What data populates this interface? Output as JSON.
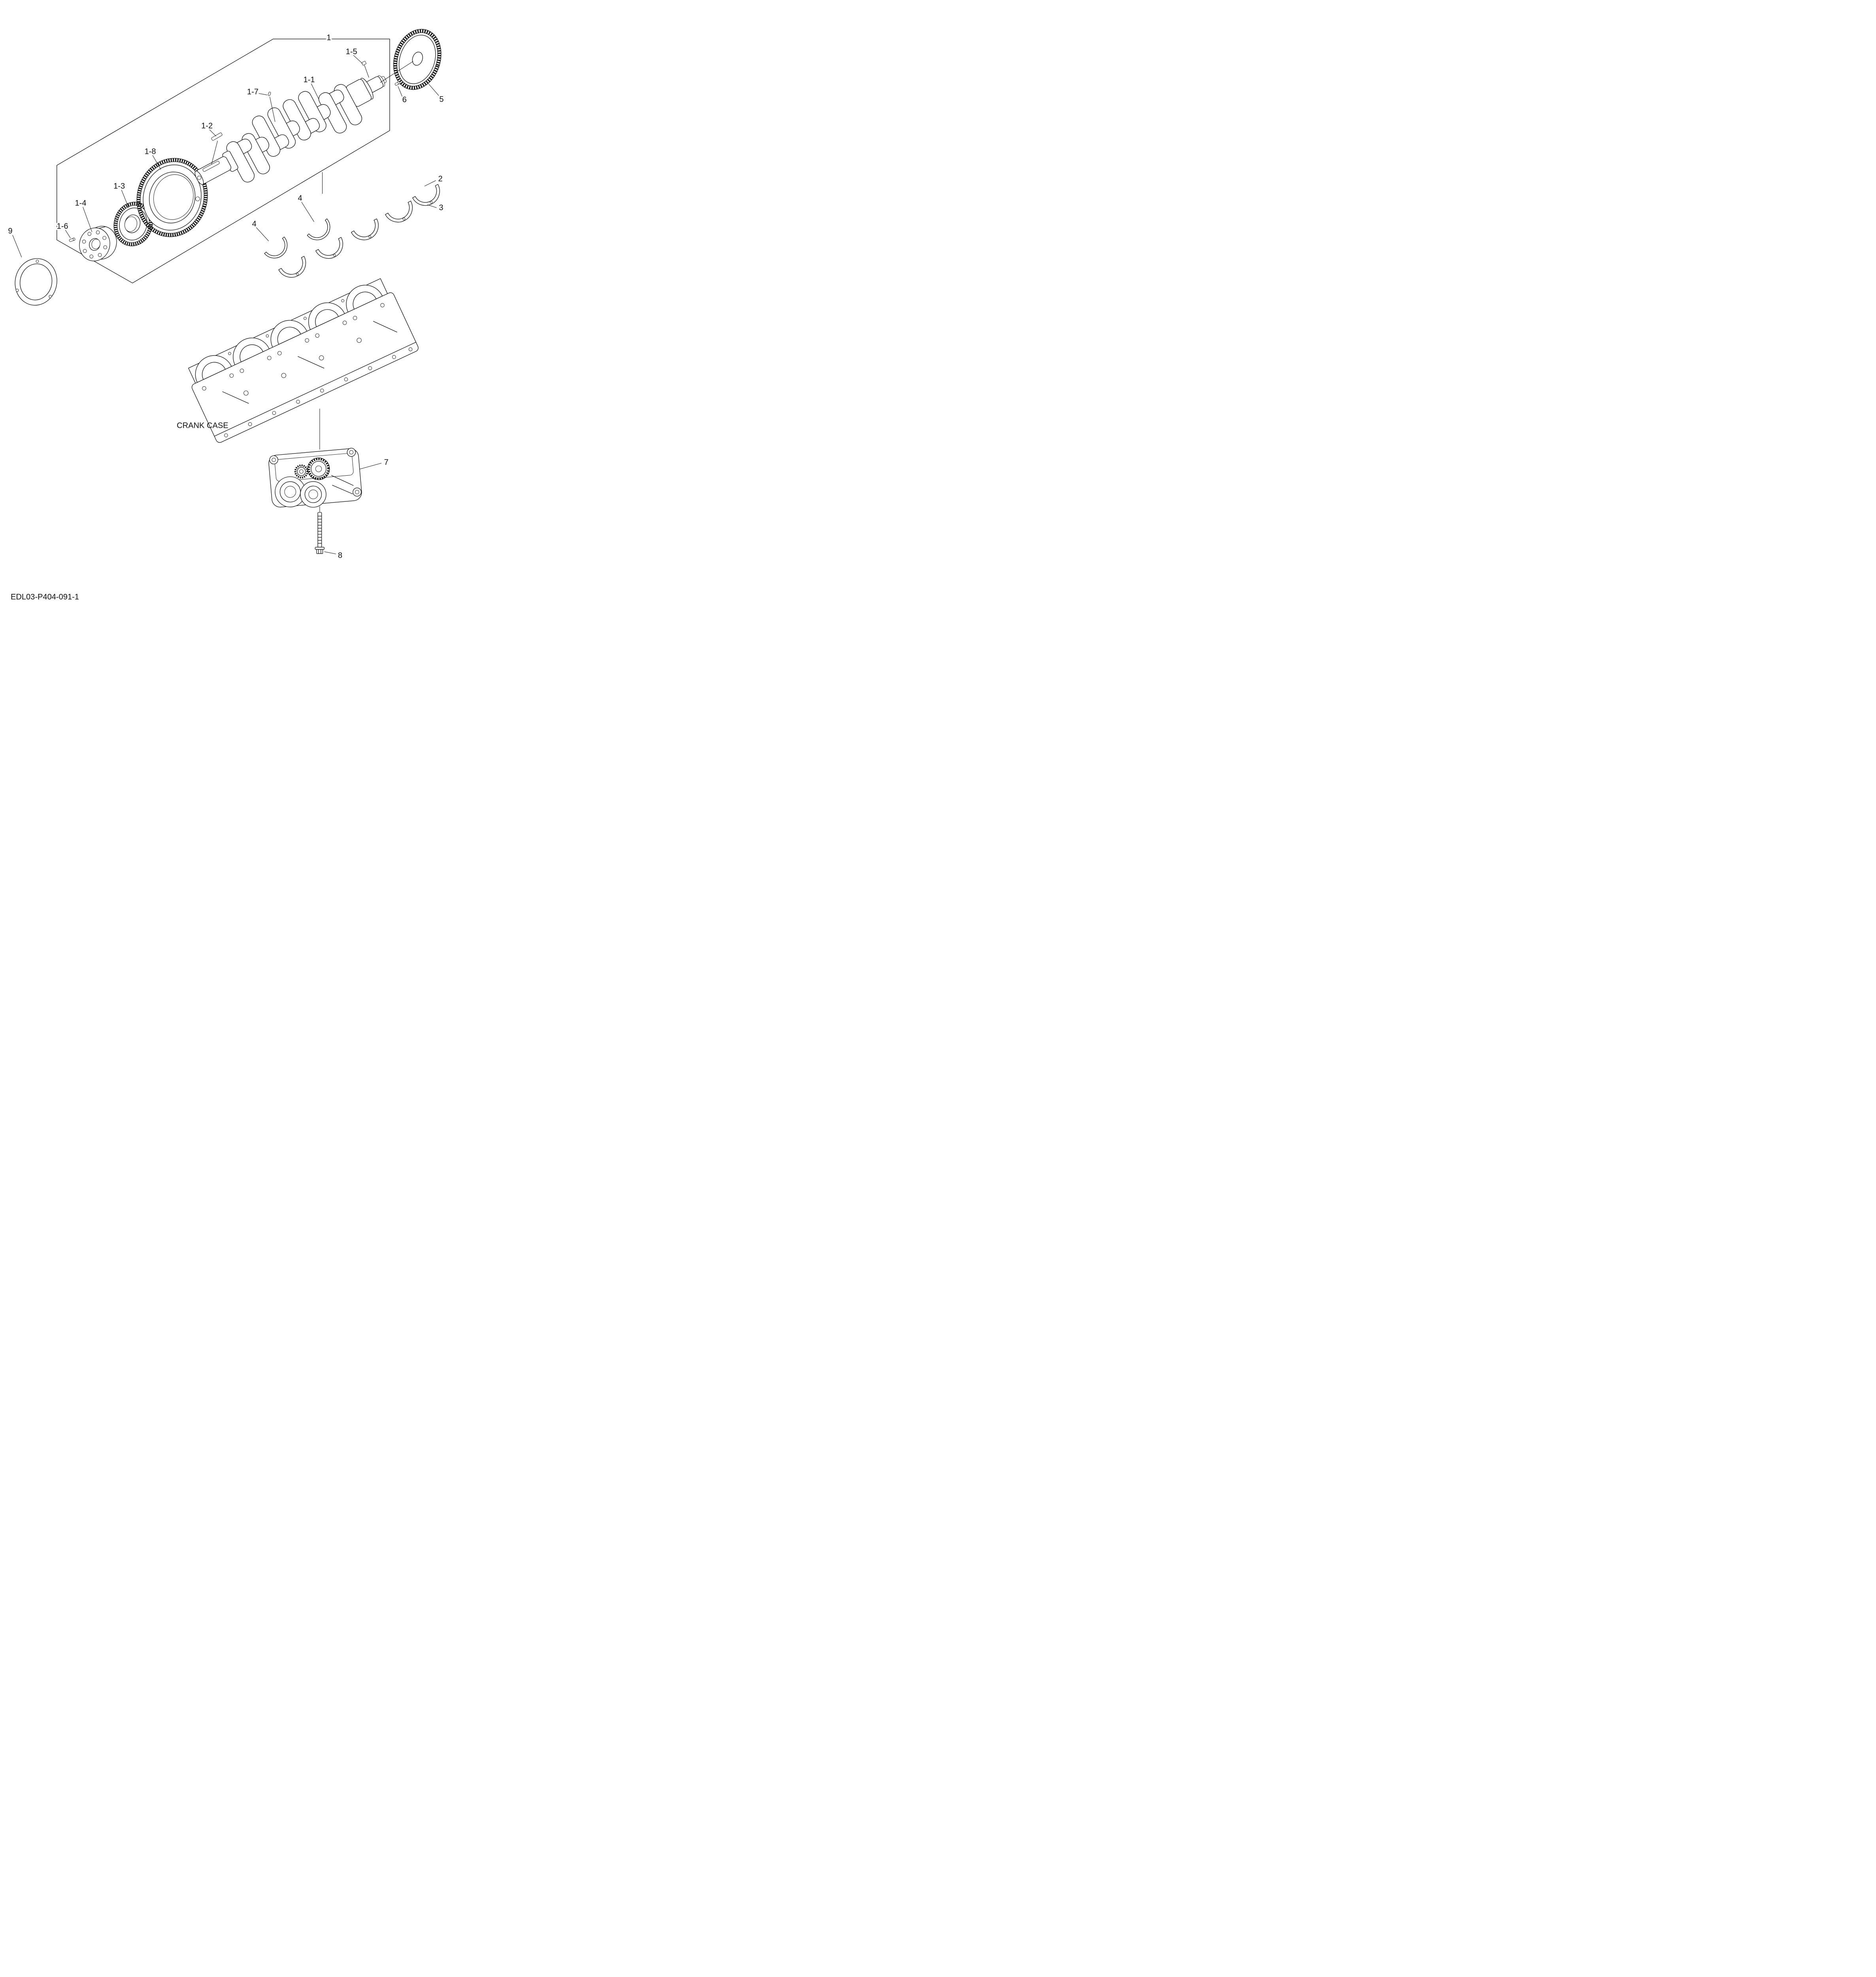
{
  "page": {
    "doc_code": "EDL03-P404-091-1",
    "background_color": "#ffffff",
    "line_color": "#1a1a1a"
  },
  "labels": {
    "crank_case": "CRANK CASE",
    "callout_1": "1",
    "callout_1_1": "1-1",
    "callout_1_2": "1-2",
    "callout_1_3": "1-3",
    "callout_1_4": "1-4",
    "callout_1_5": "1-5",
    "callout_1_6": "1-6",
    "callout_1_7": "1-7",
    "callout_1_8": "1-8",
    "callout_2": "2",
    "callout_3": "3",
    "callout_4_front": "4",
    "callout_4_rear": "4",
    "callout_5": "5",
    "callout_6": "6",
    "callout_7": "7",
    "callout_8": "8",
    "callout_9": "9"
  }
}
